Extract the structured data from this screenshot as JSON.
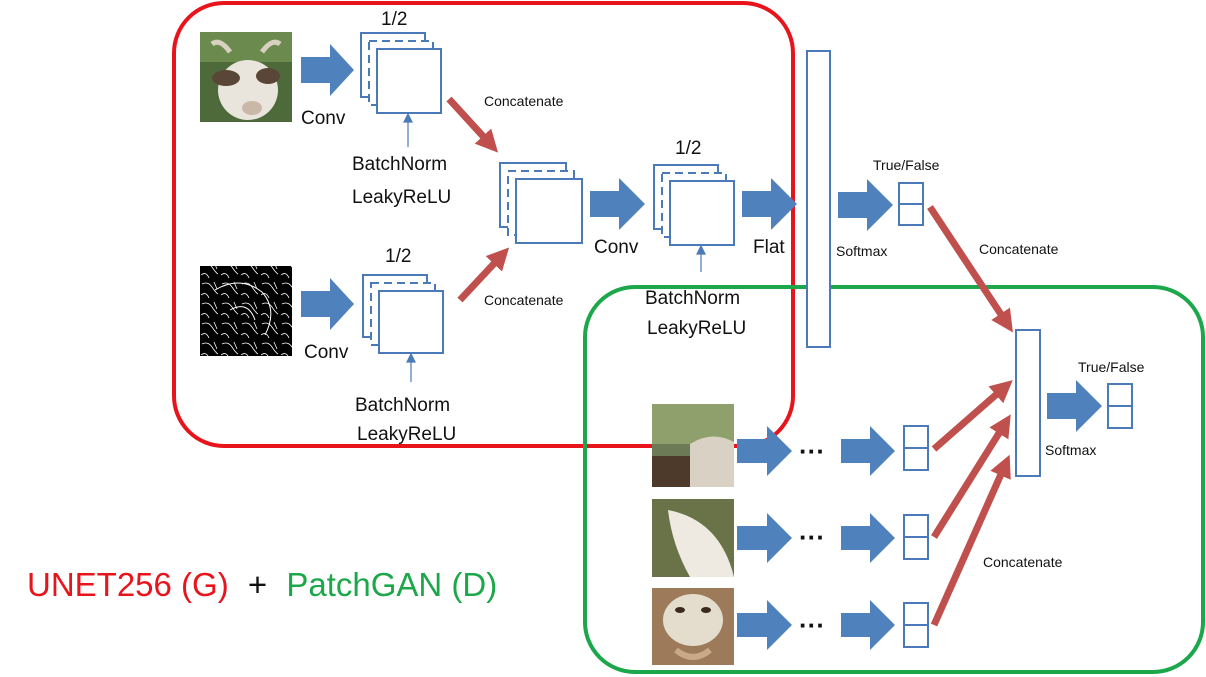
{
  "colors": {
    "generator": "#e8141c",
    "discriminator": "#1ca84a",
    "block_stroke": "#4a7ab8",
    "flow_arrow": "#4f81bd",
    "concat_arrow": "#c0504d"
  },
  "labels": {
    "half": "1/2",
    "conv": "Conv",
    "batchnorm": "BatchNorm",
    "leakyrelu": "LeakyReLU",
    "concatenate": "Concatenate",
    "flat": "Flat",
    "softmax": "Softmax",
    "true_false": "True/False",
    "dots": "···"
  },
  "images": {
    "input_photo": "goat-photo",
    "input_edges": "goat-edge-map",
    "patch_1": "goat-patch-ear",
    "patch_2": "goat-patch-beard",
    "patch_3": "goat-patch-mouth"
  },
  "legend": {
    "generator": "UNET256 (G)",
    "plus": "+",
    "discriminator": "PatchGAN (D)"
  }
}
